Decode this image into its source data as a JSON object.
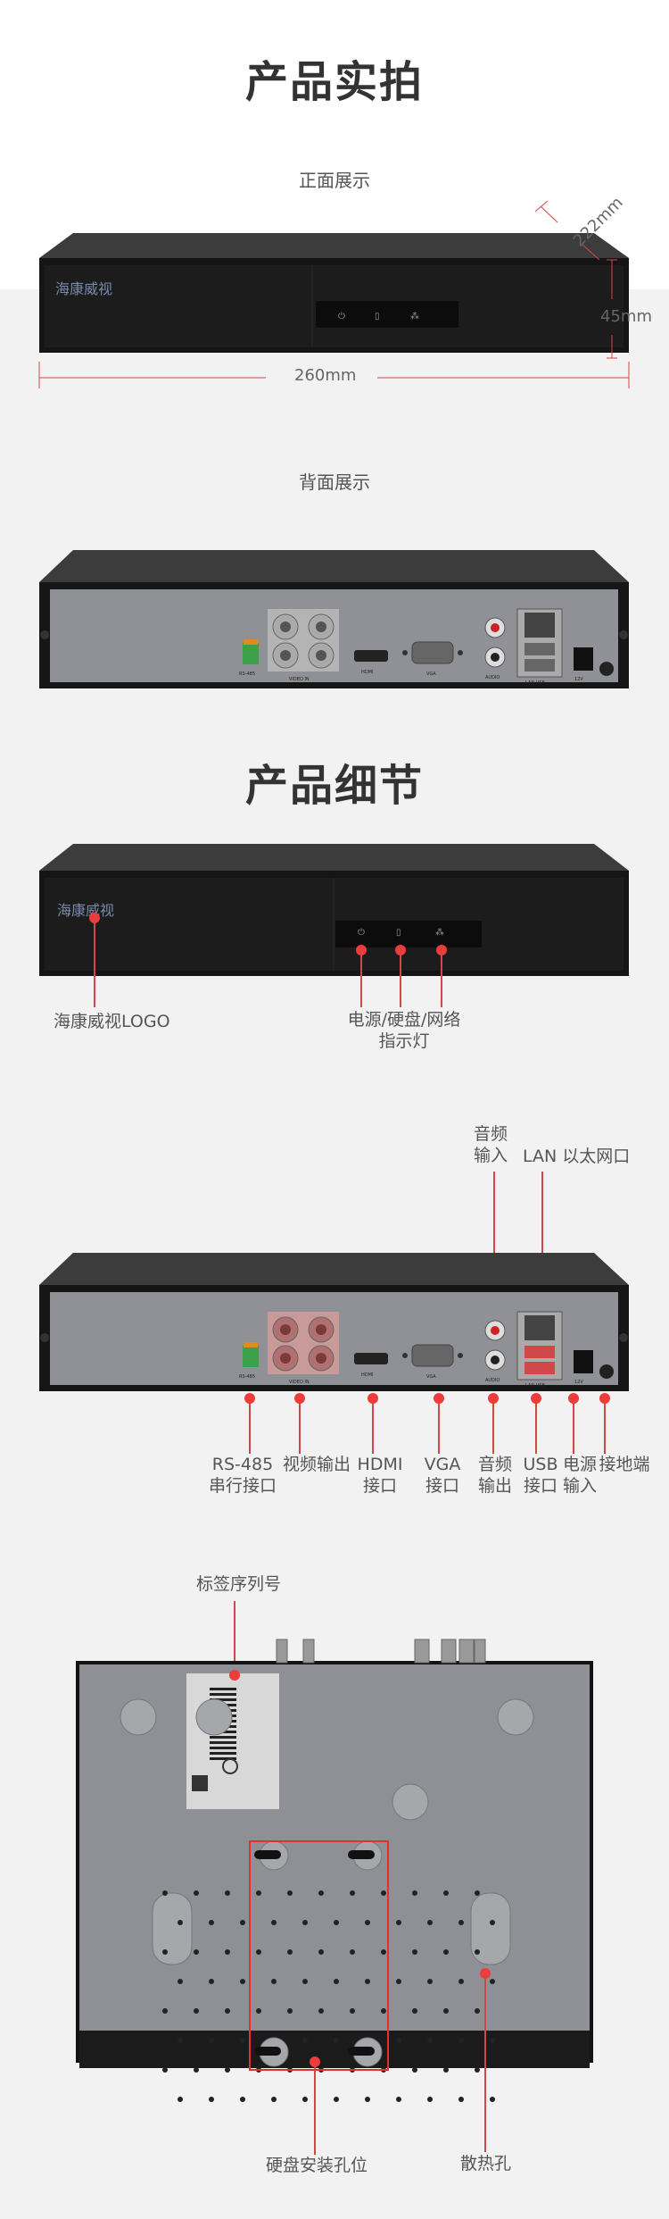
{
  "section1": {
    "title": "产品实拍",
    "front_heading": "正面展示",
    "rear_heading": "背面展示",
    "dimensions": {
      "depth": "222mm",
      "height": "45mm",
      "width": "260mm"
    }
  },
  "logo_text": "海康威视",
  "port_silk": {
    "rs485": "RS-485",
    "video_in": "VIDEO IN",
    "hdmi": "HDMI",
    "vga": "VGA",
    "audio": "AUDIO",
    "lan_usb": "LAN USB",
    "power": "12V"
  },
  "section2": {
    "title": "产品细节",
    "front_labels": {
      "logo": "海康威视LOGO",
      "indicators_line1": "电源/硬盘/网络",
      "indicators_line2": "指示灯"
    },
    "rear_top_labels": {
      "audio_in_line1": "音频",
      "audio_in_line2": "输入",
      "lan": "LAN 以太网口"
    },
    "rear_bottom_labels": [
      {
        "line1": "RS-485",
        "line2": "串行接口"
      },
      {
        "line1": "视频输出",
        "line2": ""
      },
      {
        "line1": "HDMI",
        "line2": "接口"
      },
      {
        "line1": "VGA",
        "line2": "接口"
      },
      {
        "line1": "音频",
        "line2": "输出"
      },
      {
        "line1": "USB",
        "line2": "接口"
      },
      {
        "line1": "电源",
        "line2": "输入"
      },
      {
        "line1": "接地端",
        "line2": ""
      }
    ],
    "bottom_labels": {
      "serial_label": "标签序列号",
      "hdd_holes": "硬盘安装孔位",
      "vents": "散热孔"
    }
  },
  "colors": {
    "accent": "#ee3b3b",
    "line": "#d04848",
    "title": "#333333"
  }
}
